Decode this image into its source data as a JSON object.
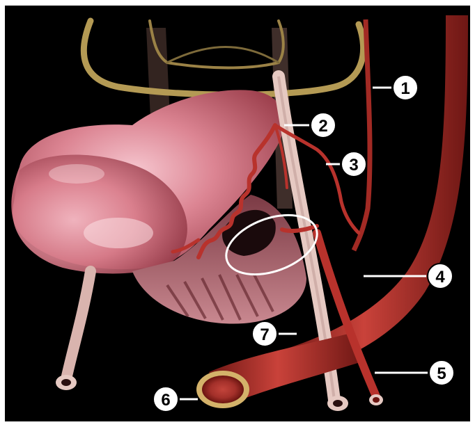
{
  "image": {
    "kind": "anatomical illustration",
    "background_color": "#000000",
    "frame_color": "#ffffff"
  },
  "callouts": [
    {
      "id": "1",
      "label": "1"
    },
    {
      "id": "2",
      "label": "2"
    },
    {
      "id": "3",
      "label": "3"
    },
    {
      "id": "4",
      "label": "4"
    },
    {
      "id": "5",
      "label": "5"
    },
    {
      "id": "6",
      "label": "6"
    },
    {
      "id": "7",
      "label": "7"
    }
  ],
  "colors": {
    "artery": "#b8322c",
    "artery_dark": "#7e1c18",
    "organ": "#d77987",
    "organ_light": "#f0b3bd",
    "pelvic_ring": "#b49a54",
    "ureter": "#e6c9c2",
    "callout_fill": "#ffffff",
    "callout_stroke": "#000000"
  }
}
